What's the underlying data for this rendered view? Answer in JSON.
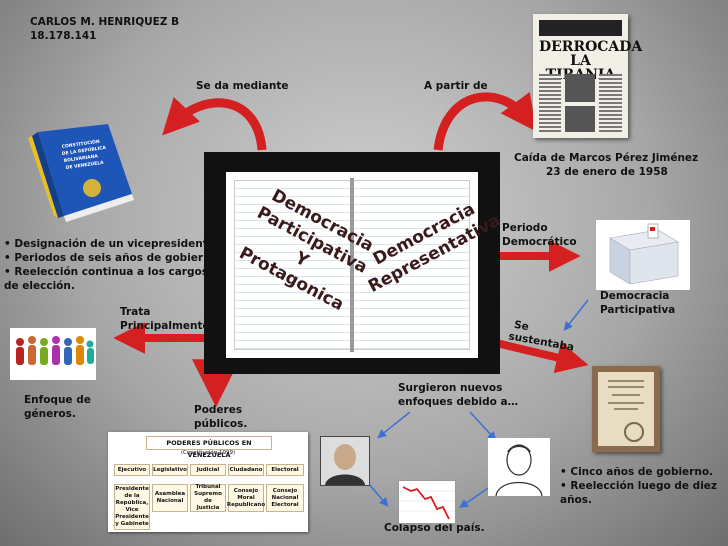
{
  "author": {
    "name": "CARLOS M. HENRIQUEZ B",
    "id": "18.178.141"
  },
  "center": {
    "title_left": "Democracia\nParticipativa\nY\nProtagonica",
    "title_right": "Democracia\nRepresentativa"
  },
  "labels": {
    "se_da_mediante": "Se da mediante",
    "a_partir_de": "A partir de",
    "caida_line1": "Caída de Marcos Pérez Jiménez",
    "caida_line2": "23 de enero de 1958",
    "periodo_line1": "Periodo",
    "periodo_line2": "Democrático",
    "democracia_line1": "Democracia",
    "democracia_line2": "Participativa",
    "se_line1": "Se",
    "se_line2": "sustentaba",
    "trata_line1": "Trata",
    "trata_line2": "Principalmente",
    "enfoque_line1": "Enfoque de",
    "enfoque_line2": "géneros.",
    "poderes_line1": "Poderes",
    "poderes_line2": "públicos.",
    "surgieron_line1": "Surgieron nuevos",
    "surgieron_line2": "enfoques debido a…",
    "colapso": "Colapso  del país."
  },
  "left_bullets": [
    "• Designación de un vicepresidente.",
    "• Periodos de seis años de gobierno.",
    "• Reelección continua a los cargos",
    "de elección."
  ],
  "right_bullets": [
    "• Cinco años de gobierno.",
    "• Reelección luego de diez",
    "años."
  ],
  "newspaper": {
    "title_line1": "DERROCADA",
    "title_line2": "LA TIRANIA"
  },
  "booklet": {
    "line1": "CONSTITUCIÓN",
    "line2": "DE LA REPÚBLICA",
    "line3": "BOLIVARIANA",
    "line4": "DE VENEZUELA"
  },
  "poderes_table": {
    "title": "PODERES PÚBLICOS EN VENEZUELA",
    "subtitle": "(Constitución 1999)",
    "row1": [
      "Ejecutivo",
      "Legislativo",
      "Judicial",
      "Ciudadano",
      "Electoral"
    ],
    "row2": [
      "Presidente de la República, Vice Presidente y Gabinete",
      "Asamblea Nacional",
      "Tribunal Supremo de Justicia",
      "Consejo Moral Republicano",
      "Consejo Nacional Electoral"
    ]
  },
  "colors": {
    "arrow_red": "#d42020"
  }
}
